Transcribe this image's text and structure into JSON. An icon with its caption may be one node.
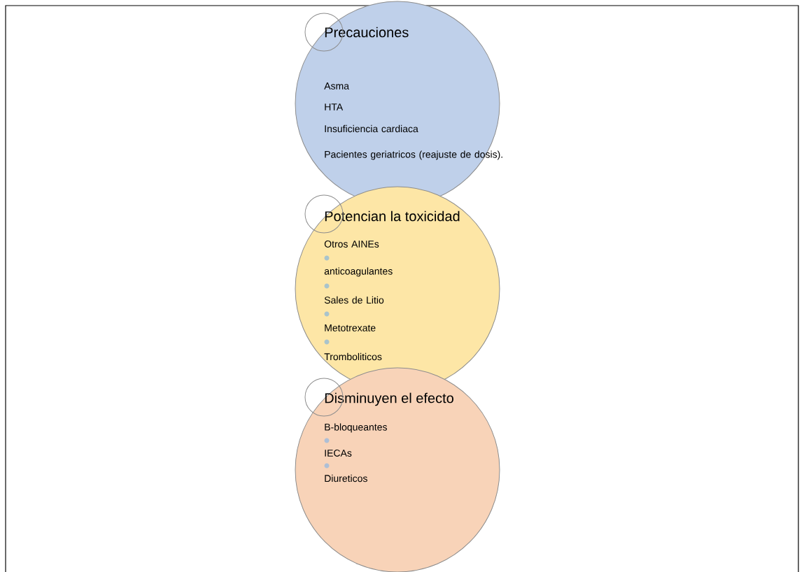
{
  "diagram": {
    "nodes": [
      {
        "text": [
          "Precauciones",
          "Asma",
          "HTA",
          "Insuficiencia cardiaca",
          "Pacientes geriatricos (reajuste de dosis)."
        ]
      },
      {
        "text": [],
        "shape": "circle"
      },
      {
        "text": [
          "Potencian la toxicidad",
          "Otros AINEs",
          "anticoagulantes",
          "Sales de Litio",
          "Metotrexate",
          "Tromboliticos"
        ]
      },
      {
        "text": [],
        "shape": "circle"
      },
      {
        "text": [
          "Disminuyen el efecto",
          "B-bloqueantes",
          "IECAs",
          "Diureticos"
        ]
      },
      {
        "text": [],
        "shape": "circle"
      }
    ]
  }
}
